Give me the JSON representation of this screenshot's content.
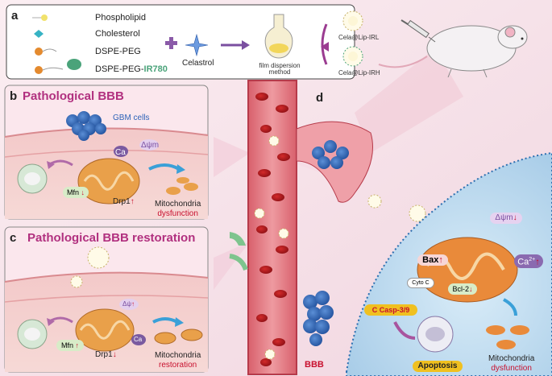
{
  "panel_a": {
    "letter": "a",
    "legend": [
      "Phospholipid",
      "Cholesterol",
      "DSPE-PEG"
    ],
    "legend_ir_prefix": "DSPE-PEG-",
    "legend_ir_suffix": "IR780",
    "celastrol": "Celastrol",
    "film_line1": "film dispersion",
    "film_line2": "method",
    "irl": "Cela@Lip-IRL",
    "irh": "Cela@Lip-IRH"
  },
  "panel_b": {
    "letter": "b",
    "title": "Pathological BBB",
    "gbm": "GBM cells",
    "ca": "Ca",
    "dpsi": "Δψm",
    "mfn": "Mfn",
    "drp1": "Drp1",
    "mito_line1": "Mitochondria",
    "mito_line2": "dysfunction"
  },
  "panel_c": {
    "letter": "c",
    "title": "Pathological BBB restoration",
    "dpsi": "Δψ",
    "ca": "Ca",
    "mfn": "Mfn",
    "drp1": "Drp1",
    "mito_line1": "Mitochondria",
    "mito_line2": "restoration"
  },
  "panel_d": {
    "letter": "d",
    "bbb": "BBB",
    "dpsi": "Δψm",
    "bax": "Bax",
    "ca": "Ca",
    "ca_sup": "2+",
    "cytoc": "Cyto C",
    "bcl2": "Bcl-2",
    "casp": "C Casp-3/9",
    "apoptosis": "Apoptosis",
    "mito_line1": "Mitochondria",
    "mito_line2": "dysfunction"
  },
  "colors": {
    "title_magenta": "#b1307f",
    "green_ir": "#4aa37a",
    "red_arrow": "#c8102e",
    "vessel": "#c7404f",
    "cell_blue": "#2e64b5",
    "mito_orange": "#e9a04a"
  }
}
